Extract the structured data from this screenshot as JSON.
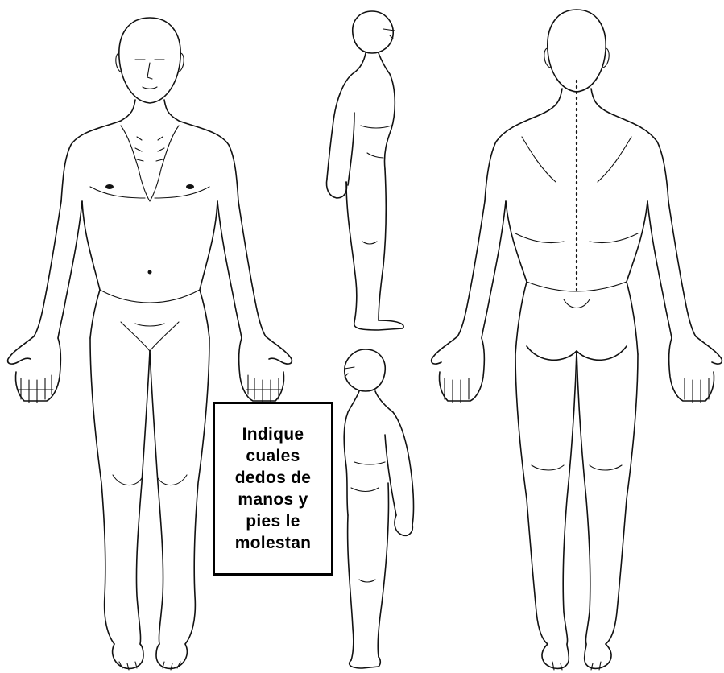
{
  "figures": [
    {
      "view": "front"
    },
    {
      "view": "side-right"
    },
    {
      "view": "side-left"
    },
    {
      "view": "back"
    }
  ],
  "note": {
    "text": "Indique\ncuales\ndedos de\nmanos y\npies le\nmolestan"
  }
}
